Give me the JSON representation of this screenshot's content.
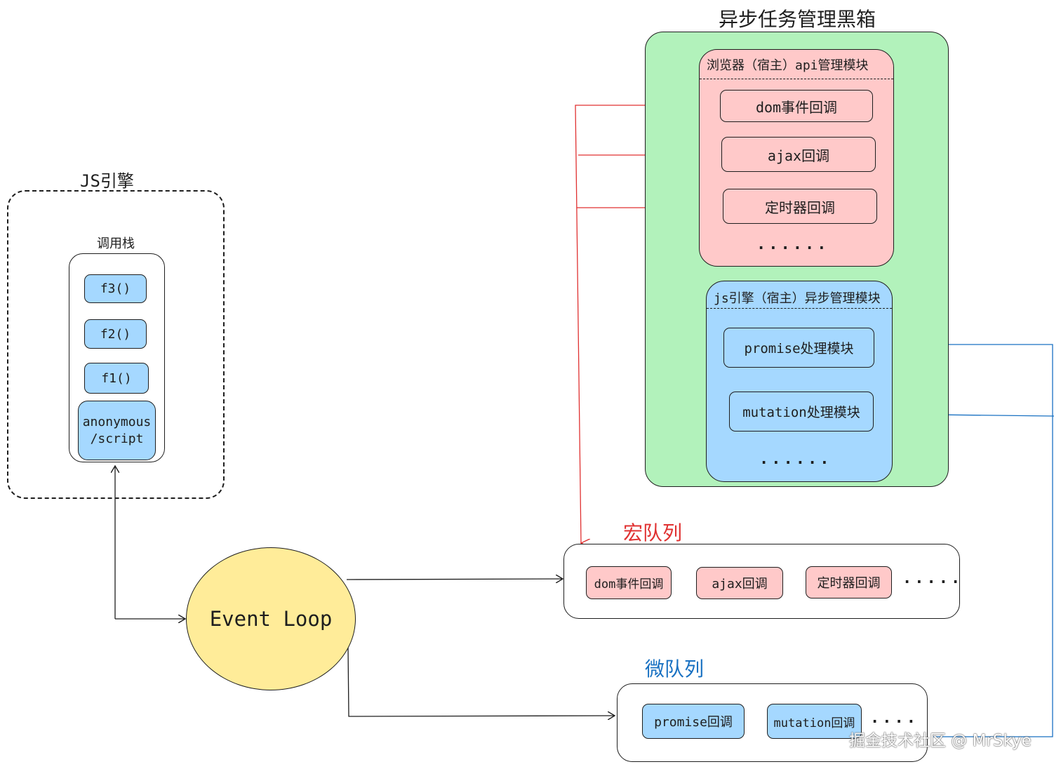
{
  "black_box": {
    "title": "异步任务管理黑箱",
    "browser_module": {
      "title": "浏览器（宿主）api管理模块",
      "items": [
        "dom事件回调",
        "ajax回调",
        "定时器回调"
      ],
      "ellipsis": "......"
    },
    "js_module": {
      "title": "js引擎（宿主）异步管理模块",
      "items": [
        "promise处理模块",
        "mutation处理模块"
      ],
      "ellipsis": "......"
    }
  },
  "js_engine": {
    "title": "JS引擎",
    "call_stack": {
      "title": "调用栈",
      "frames": [
        "f3()",
        "f2()",
        "f1()",
        "anonymous\n/script"
      ]
    }
  },
  "event_loop": {
    "label": "Event Loop"
  },
  "macro_queue": {
    "title": "宏队列",
    "items": [
      "dom事件回调",
      "ajax回调",
      "定时器回调"
    ],
    "ellipsis": "....."
  },
  "micro_queue": {
    "title": "微队列",
    "items": [
      "promise回调",
      "mutation回调"
    ],
    "ellipsis": "...."
  },
  "watermark": "掘金技术社区 @ MrSkye",
  "colors": {
    "red_line": "#e03131",
    "blue_line": "#1971c2",
    "pink": "#ffc9c9",
    "blue_fill": "#a5d8ff",
    "green_fill": "#b2f2bb",
    "yellow_fill": "#ffec99"
  }
}
